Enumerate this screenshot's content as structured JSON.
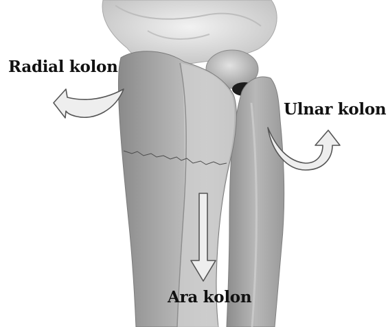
{
  "labels": {
    "radial": "Radial kolon",
    "ulnar": "Ulnar kolon",
    "ara": "Ara kolon"
  },
  "colors": {
    "bone_dark": "#8f8f8f",
    "bone_mid": "#b3b3b3",
    "bone_light": "#d9d9d9",
    "arrow_fill": "#eeeeee",
    "arrow_stroke": "#555555"
  }
}
